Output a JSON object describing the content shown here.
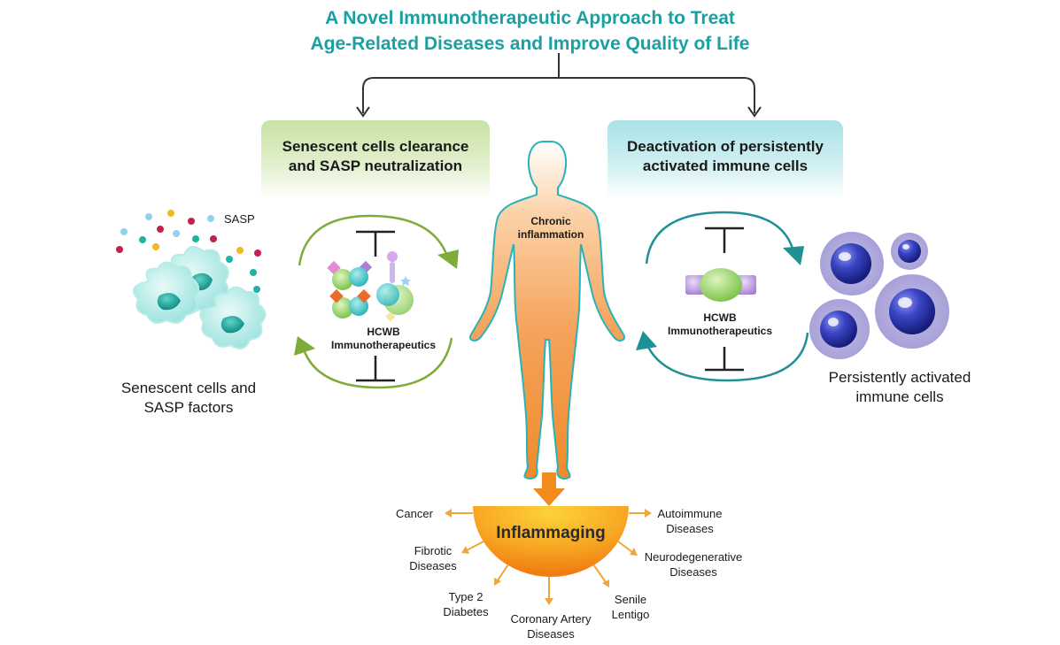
{
  "title": {
    "line1": "A Novel Immunotherapeutic Approach to Treat",
    "line2": "Age-Related Diseases and Improve Quality of Life"
  },
  "left_box": {
    "line1": "Senescent cells clearance",
    "line2": "and SASP neutralization"
  },
  "right_box": {
    "line1": "Deactivation of persistently",
    "line2": "activated immune cells"
  },
  "left_panel": {
    "sasp_label": "SASP",
    "cells_caption_1": "Senescent cells and",
    "cells_caption_2": "SASP factors",
    "drug_label_1": "HCWB",
    "drug_label_2": "Immunotherapeutics"
  },
  "right_panel": {
    "drug_label_1": "HCWB",
    "drug_label_2": "Immunotherapeutics",
    "cells_caption_1": "Persistently activated",
    "cells_caption_2": "immune cells"
  },
  "body": {
    "label_1": "Chronic",
    "label_2": "inflammation"
  },
  "inflammaging": {
    "label": "Inflammaging",
    "outcomes": [
      {
        "line1": "Cancer",
        "line2": ""
      },
      {
        "line1": "Fibrotic",
        "line2": "Diseases"
      },
      {
        "line1": "Type 2",
        "line2": "Diabetes"
      },
      {
        "line1": "Coronary Artery",
        "line2": "Diseases"
      },
      {
        "line1": "Senile",
        "line2": "Lentigo"
      },
      {
        "line1": "Neurodegenerative",
        "line2": "Diseases"
      },
      {
        "line1": "Autoimmune",
        "line2": "Diseases"
      }
    ]
  },
  "colors": {
    "title": "#1aa0a3",
    "green_arrow": "#7fab3a",
    "teal_arrow": "#1f9196",
    "orange": "#f28a1e",
    "outcome_arrow": "#f0a63a",
    "immune_cell": "#2f3aa8"
  }
}
